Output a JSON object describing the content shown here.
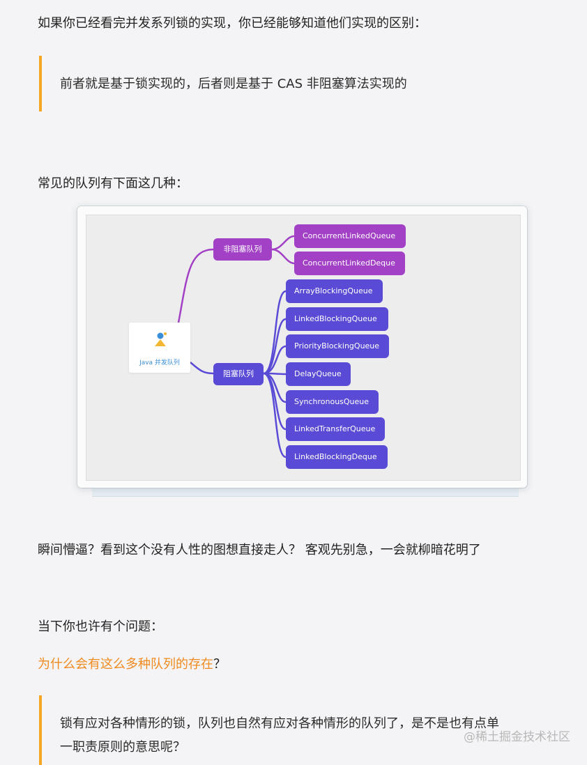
{
  "article": {
    "intro": "如果你已经看完并发系列锁的实现，你已经能够知道他们实现的区别：",
    "quote1": "前者就是基于锁实现的，后者则是基于 CAS 非阻塞算法实现的",
    "queues_intro": "常见的队列有下面这几种：",
    "reaction": "瞬间懵逼？看到这个没有人性的图想直接走人？ 客观先别急，一会就柳暗花明了",
    "question_intro": "当下你也许有个问题：",
    "question_highlight": "为什么会有这么多种队列的存在",
    "question_mark": "？",
    "quote2_line1": "锁有应对各种情形的锁，队列也自然有应对各种情形的队列了，是不是也有点单",
    "quote2_line2": "一职责原则的意思呢？"
  },
  "mindmap": {
    "root_label": "Java 并发队列",
    "root_icon": "person-icon",
    "branches": [
      {
        "label": "非阻塞队列",
        "color": "#a240c6",
        "leaves": [
          "ConcurrentLinkedQueue",
          "ConcurrentLinkedDeque"
        ]
      },
      {
        "label": "阻塞队列",
        "color": "#5a4bd6",
        "leaves": [
          "ArrayBlockingQueue",
          "LinkedBlockingQueue",
          "PriorityBlockingQueue",
          "DelayQueue",
          "SynchronousQueue",
          "LinkedTransferQueue",
          "LinkedBlockingDeque"
        ]
      }
    ]
  },
  "watermark": "@稀土掘金技术社区",
  "colors": {
    "accent_orange": "#f08a1e",
    "quote_bar": "#f5a623",
    "purple": "#a240c6",
    "blue": "#5a4bd6"
  }
}
